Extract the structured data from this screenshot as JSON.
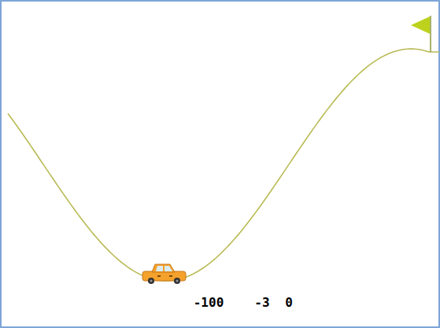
{
  "diagram": {
    "labels": [
      "-100",
      "-3",
      "0"
    ]
  }
}
